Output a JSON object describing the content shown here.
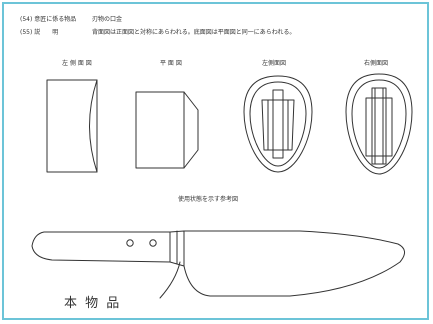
{
  "header": {
    "row1_label": "(54) 意匠に係る物品",
    "row1_value": "刃物の口金",
    "row2_label": "(55) 説　　明",
    "row2_value": "背面図は正面図と対称にあらわれる。底面図は平面図と同一にあらわれる。"
  },
  "views": {
    "left_side_label": "左 側 面 図",
    "plan_label": "平 面 図",
    "left_section_label": "左側面図",
    "right_section_label": "右側面図"
  },
  "reference": {
    "caption": "使用状態を示す参考図",
    "part_label": "本 物 品"
  },
  "colors": {
    "border": "#6cc4d8",
    "ink": "#333333"
  }
}
